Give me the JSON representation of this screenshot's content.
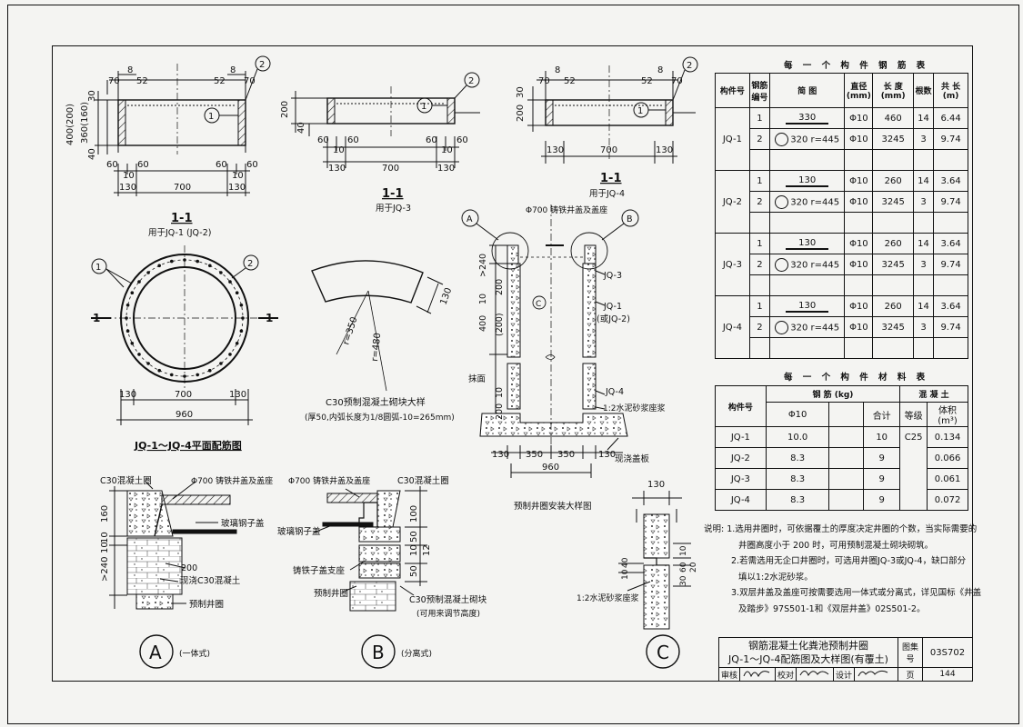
{
  "views": {
    "jq1_section": {
      "title": "1-1",
      "subtitle": "用于JQ-1 (JQ-2)",
      "dims_top": [
        "70",
        "8",
        "52",
        "52",
        "8",
        "70"
      ],
      "dims_left": [
        "30",
        "400(200)",
        "360(160)",
        "40"
      ],
      "dims_bottom1": [
        "60",
        "10",
        "60",
        "60",
        "10",
        "60"
      ],
      "dims_bottom2": [
        "130",
        "700",
        "130"
      ],
      "marks": [
        "1",
        "2"
      ]
    },
    "jq3_section": {
      "title": "1-1",
      "subtitle": "用于JQ-3",
      "dims_left": [
        "200",
        "40"
      ],
      "dims_bottom1": [
        "60",
        "10",
        "60",
        "60",
        "10",
        "60"
      ],
      "dims_bottom2": [
        "130",
        "700",
        "130"
      ],
      "marks": [
        "1",
        "2"
      ]
    },
    "jq4_section": {
      "title": "1-1",
      "subtitle": "用于JQ-4",
      "dims_top": [
        "70",
        "8",
        "52",
        "52",
        "8",
        "70"
      ],
      "dims_left": [
        "30",
        "200"
      ],
      "dims_bottom": [
        "130",
        "700",
        "130"
      ],
      "marks": [
        "1",
        "2"
      ]
    },
    "plan": {
      "title": "JQ-1～JQ-4平面配筋图",
      "dims": [
        "130",
        "700",
        "130"
      ],
      "total": "960",
      "cut": "1",
      "marks": [
        "1",
        "2"
      ]
    },
    "block": {
      "title": "C30预制混凝土砌块大样",
      "note": "(厚50,内弧长度为1/8圆弧-10=265mm)",
      "r1": "r=350",
      "r2": "r=480",
      "w": "130"
    },
    "install": {
      "title": "预制井圈安装大样图",
      "labels": [
        "Φ700 铸铁井盖及盖座",
        "JQ-3",
        "JQ-1",
        "(或JQ-2)",
        "JQ-4",
        "1:2水泥砂浆座浆",
        "抹面",
        "现浇盖板"
      ],
      "dims_left": [
        ">240",
        "200",
        "10",
        "400",
        "(200)",
        "10",
        "200"
      ],
      "dims_bottom": [
        "130",
        "350",
        "350",
        "130"
      ],
      "total": "960",
      "callouts": [
        "A",
        "B",
        "C"
      ]
    },
    "detail_a": {
      "label": "A",
      "kind": "(一体式)",
      "texts": [
        "C30混凝土圈",
        "Φ700 铸铁井盖及盖座",
        "玻璃钢子盖",
        "200",
        "现浇C30混凝土",
        "预制井圈"
      ],
      "dims": [
        "160",
        "10",
        "10",
        ">240"
      ]
    },
    "detail_b": {
      "label": "B",
      "kind": "(分离式)",
      "texts": [
        "Φ700 铸铁井盖及盖座",
        "C30混凝土圈",
        "玻璃钢子盖",
        "铸铁子盖支座",
        "预制井圈",
        "C30预制混凝土砌块",
        "(可用来调节高度)"
      ],
      "dims": [
        "100",
        "50",
        "10",
        "12",
        "50"
      ]
    },
    "detail_c": {
      "label": "C",
      "texts": [
        "1:2水泥砂浆座浆"
      ],
      "dims": [
        "130",
        "10",
        "60",
        "30",
        "20",
        "10",
        "40"
      ]
    }
  },
  "rebar_table": {
    "title": "每 一 个 构 件 钢 筋 表",
    "headers": [
      "构件号",
      "钢筋编号",
      "简 图",
      "直径(mm)",
      "长 度(mm)",
      "根数",
      "共 长(m)"
    ],
    "rows": [
      {
        "id": "JQ-1",
        "bars": [
          {
            "no": "1",
            "shape": "330",
            "dia": "Φ10",
            "len": "460",
            "n": "14",
            "total": "6.44"
          },
          {
            "no": "2",
            "shape": "320 r=445",
            "dia": "Φ10",
            "len": "3245",
            "n": "3",
            "total": "9.74"
          }
        ]
      },
      {
        "id": "JQ-2",
        "bars": [
          {
            "no": "1",
            "shape": "130",
            "dia": "Φ10",
            "len": "260",
            "n": "14",
            "total": "3.64"
          },
          {
            "no": "2",
            "shape": "320 r=445",
            "dia": "Φ10",
            "len": "3245",
            "n": "3",
            "total": "9.74"
          }
        ]
      },
      {
        "id": "JQ-3",
        "bars": [
          {
            "no": "1",
            "shape": "130",
            "dia": "Φ10",
            "len": "260",
            "n": "14",
            "total": "3.64"
          },
          {
            "no": "2",
            "shape": "320 r=445",
            "dia": "Φ10",
            "len": "3245",
            "n": "3",
            "total": "9.74"
          }
        ]
      },
      {
        "id": "JQ-4",
        "bars": [
          {
            "no": "1",
            "shape": "130",
            "dia": "Φ10",
            "len": "260",
            "n": "14",
            "total": "3.64"
          },
          {
            "no": "2",
            "shape": "320 r=445",
            "dia": "Φ10",
            "len": "3245",
            "n": "3",
            "total": "9.74"
          }
        ]
      }
    ]
  },
  "material_table": {
    "title": "每 一 个 构 件 材 料 表",
    "headers": {
      "member": "构件号",
      "steel": "钢 筋 (kg)",
      "concrete": "混 凝 土",
      "phi": "Φ10",
      "subtotal": "合计",
      "grade": "等级",
      "volume": "体积 (m³)"
    },
    "grade": "C25",
    "rows": [
      {
        "id": "JQ-1",
        "phi10": "10.0",
        "sum": "10",
        "vol": "0.134"
      },
      {
        "id": "JQ-2",
        "phi10": "8.3",
        "sum": "9",
        "vol": "0.066"
      },
      {
        "id": "JQ-3",
        "phi10": "8.3",
        "sum": "9",
        "vol": "0.061"
      },
      {
        "id": "JQ-4",
        "phi10": "8.3",
        "sum": "9",
        "vol": "0.072"
      }
    ]
  },
  "notes": [
    "说明: 1.选用井圈时，可依据覆土的厚度决定井圈的个数，当实际需要的",
    "井圈高度小于 200 时，可用预制混凝土砌块砌筑。",
    "2.若需选用无企口井圈时，可选用井圈JQ-3或JQ-4，缺口部分",
    "填以1:2水泥砂浆。",
    "3.双层井盖及盖座可按需要选用一体式或分离式，详见国标《井盖",
    "及踏步》97S501-1和《双层井盖》02S501-2。"
  ],
  "title_block": {
    "title1": "钢筋混凝土化粪池预制井圈",
    "title2": "JQ-1～JQ-4配筋图及大样图(有覆土)",
    "atlas_label": "图集号",
    "atlas_no": "03S702",
    "page_label": "页",
    "page_no": "144",
    "review": "审核",
    "check": "校对",
    "design": "设计"
  }
}
